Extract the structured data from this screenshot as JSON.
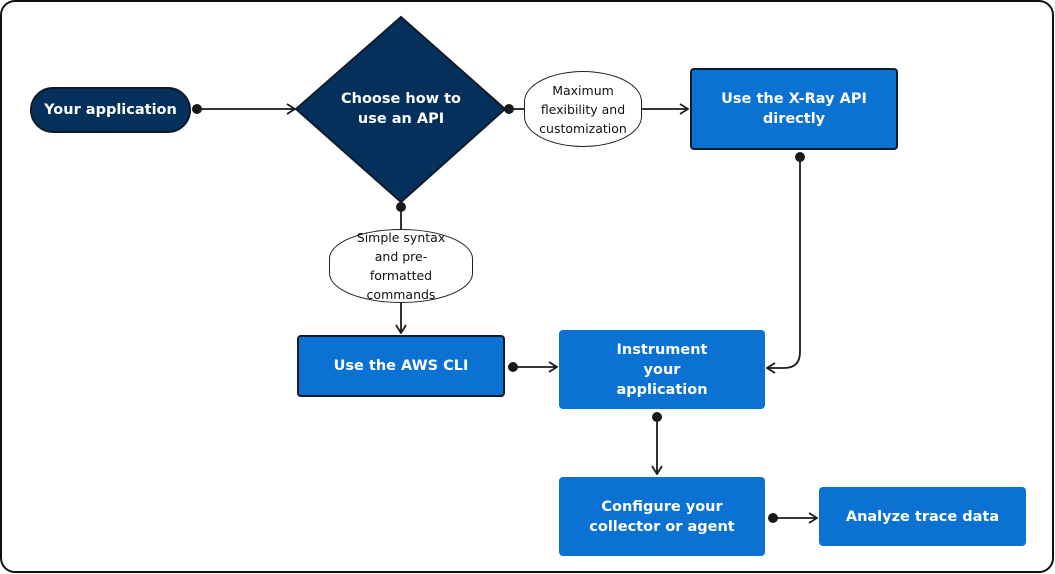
{
  "colors": {
    "navy": "#06305c",
    "blue": "#0b72d3",
    "line": "#1a1a1a"
  },
  "nodes": {
    "start": "Your application",
    "decision": "Choose how to use an API",
    "xray_api": "Use the X-Ray API directly",
    "aws_cli": "Use the AWS CLI",
    "instrument": "Instrument your application",
    "configure": "Configure your collector or agent",
    "analyze": "Analyze trace data"
  },
  "edge_labels": {
    "flexibility": "Maximum flexibility and customization",
    "simple": "Simple syntax and pre-formatted commands"
  }
}
